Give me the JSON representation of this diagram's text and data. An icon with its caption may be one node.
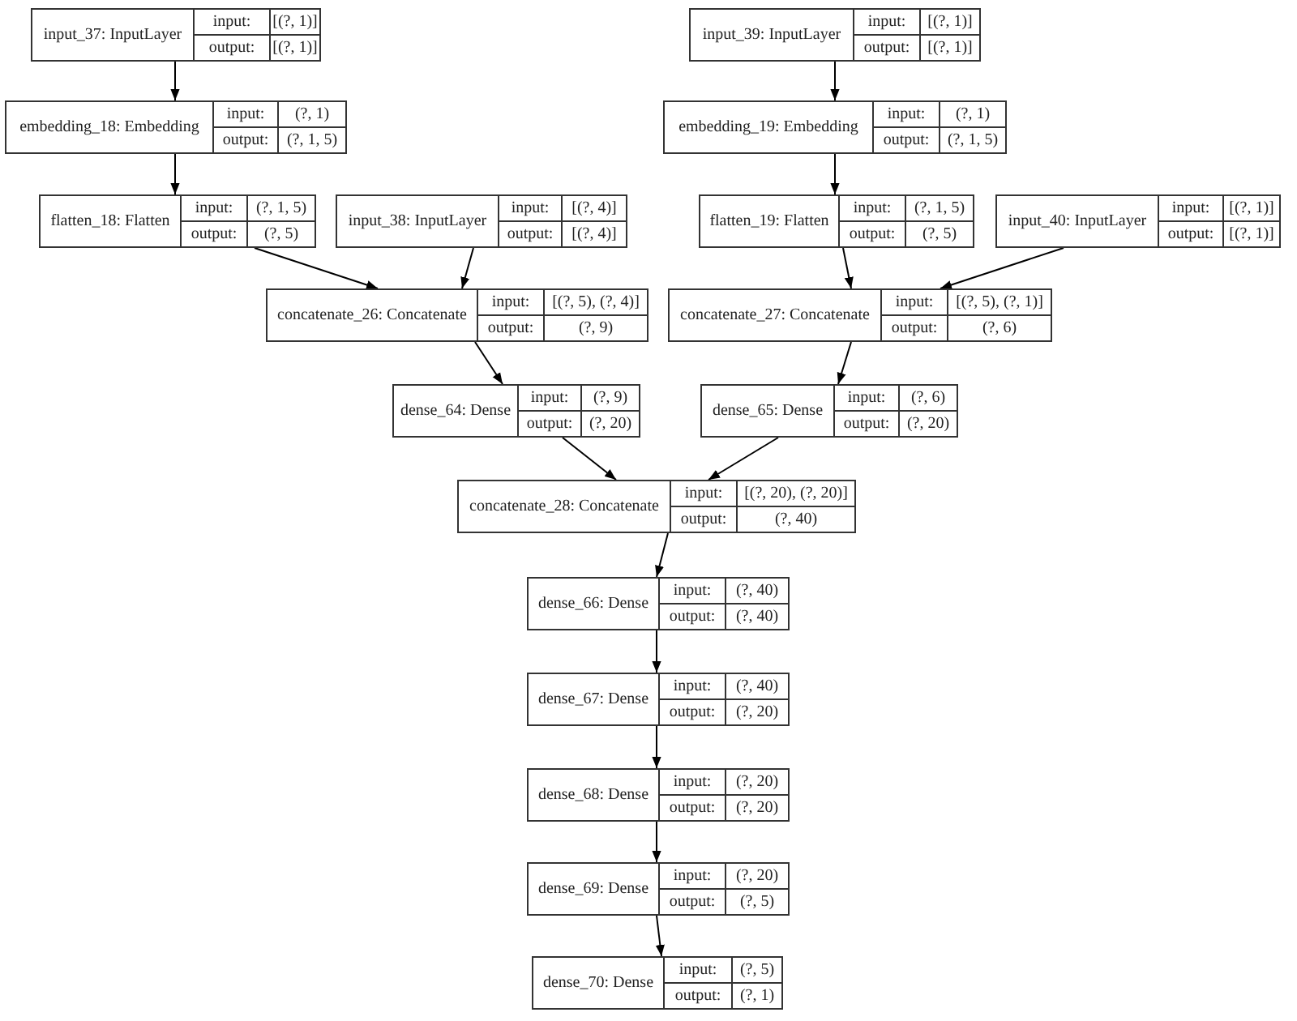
{
  "diagram": {
    "nodes": [
      {
        "text": [
          "input_37: InputLayer",
          "input:",
          "[(?, 1)]",
          "output:",
          "[(?, 1)]"
        ]
      },
      {
        "text": [
          "input_39: InputLayer",
          "input:",
          "[(?, 1)]",
          "output:",
          "[(?, 1)]"
        ]
      },
      {
        "text": [
          "embedding_18: Embedding",
          "input:",
          "(?, 1)",
          "output:",
          "(?, 1, 5)"
        ]
      },
      {
        "text": [
          "embedding_19: Embedding",
          "input:",
          "(?, 1)",
          "output:",
          "(?, 1, 5)"
        ]
      },
      {
        "text": [
          "flatten_18: Flatten",
          "input:",
          "(?, 1, 5)",
          "output:",
          "(?, 5)"
        ]
      },
      {
        "text": [
          "input_38: InputLayer",
          "input:",
          "[(?, 4)]",
          "output:",
          "[(?, 4)]"
        ]
      },
      {
        "text": [
          "flatten_19: Flatten",
          "input:",
          "(?, 1, 5)",
          "output:",
          "(?, 5)"
        ]
      },
      {
        "text": [
          "input_40: InputLayer",
          "input:",
          "[(?, 1)]",
          "output:",
          "[(?, 1)]"
        ]
      },
      {
        "text": [
          "concatenate_26: Concatenate",
          "input:",
          "[(?, 5), (?, 4)]",
          "output:",
          "(?, 9)"
        ]
      },
      {
        "text": [
          "concatenate_27: Concatenate",
          "input:",
          "[(?, 5), (?, 1)]",
          "output:",
          "(?, 6)"
        ]
      },
      {
        "text": [
          "dense_64: Dense",
          "input:",
          "(?, 9)",
          "output:",
          "(?, 20)"
        ]
      },
      {
        "text": [
          "dense_65: Dense",
          "input:",
          "(?, 6)",
          "output:",
          "(?, 20)"
        ]
      },
      {
        "text": [
          "concatenate_28: Concatenate",
          "input:",
          "[(?, 20), (?, 20)]",
          "output:",
          "(?, 40)"
        ]
      },
      {
        "text": [
          "dense_66: Dense",
          "input:",
          "(?, 40)",
          "output:",
          "(?, 40)"
        ]
      },
      {
        "text": [
          "dense_67: Dense",
          "input:",
          "(?, 40)",
          "output:",
          "(?, 20)"
        ]
      },
      {
        "text": [
          "dense_68: Dense",
          "input:",
          "(?, 20)",
          "output:",
          "(?, 20)"
        ]
      },
      {
        "text": [
          "dense_69: Dense",
          "input:",
          "(?, 20)",
          "output:",
          "(?, 5)"
        ]
      },
      {
        "text": [
          "dense_70: Dense",
          "input:",
          "(?, 5)",
          "output:",
          "(?, 1)"
        ]
      }
    ],
    "edges": [
      {
        "from": 0,
        "to": 2,
        "arrow": "to"
      },
      {
        "from": 1,
        "to": 3,
        "arrow": "to"
      },
      {
        "from": 2,
        "to": 4,
        "arrow": "to"
      },
      {
        "from": 3,
        "to": 6,
        "arrow": "to"
      },
      {
        "from": 4,
        "to": 8,
        "arrow": "to"
      },
      {
        "from": 5,
        "to": 8,
        "arrow": "to"
      },
      {
        "from": 6,
        "to": 9,
        "arrow": "to"
      },
      {
        "from": 7,
        "to": 9,
        "arrow": "to"
      },
      {
        "from": 8,
        "to": 10,
        "arrow": "to"
      },
      {
        "from": 9,
        "to": 11,
        "arrow": "to"
      },
      {
        "from": 10,
        "to": 12,
        "arrow": "to"
      },
      {
        "from": 11,
        "to": 12,
        "arrow": "to"
      },
      {
        "from": 12,
        "to": 13,
        "arrow": "to"
      },
      {
        "from": 13,
        "to": 14,
        "arrow": "to"
      },
      {
        "from": 14,
        "to": 15,
        "arrow": "to"
      },
      {
        "from": 15,
        "to": 16,
        "arrow": "to"
      },
      {
        "from": 16,
        "to": 17,
        "arrow": "to"
      }
    ]
  }
}
